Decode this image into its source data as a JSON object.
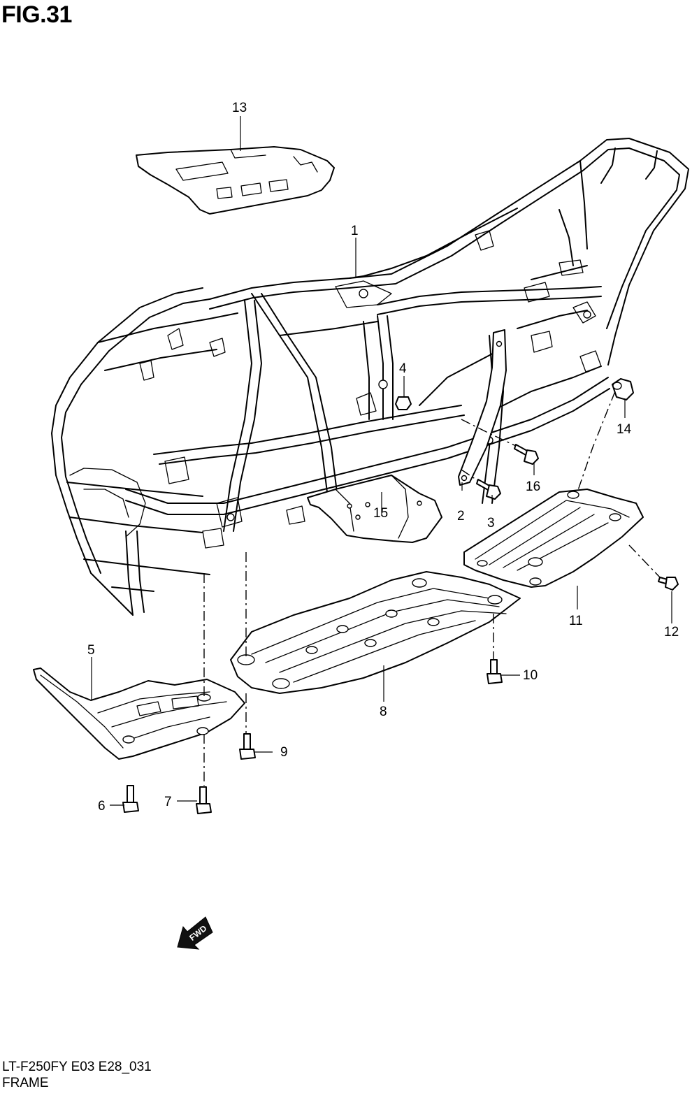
{
  "figure": {
    "title": "FIG.31",
    "model_code": "LT-F250FY E03 E28_031",
    "section_name": "FRAME"
  },
  "callouts": [
    {
      "id": "1"
    },
    {
      "id": "2"
    },
    {
      "id": "3"
    },
    {
      "id": "4"
    },
    {
      "id": "5"
    },
    {
      "id": "6"
    },
    {
      "id": "7"
    },
    {
      "id": "8"
    },
    {
      "id": "9"
    },
    {
      "id": "10"
    },
    {
      "id": "11"
    },
    {
      "id": "12"
    },
    {
      "id": "13"
    },
    {
      "id": "14"
    },
    {
      "id": "15"
    },
    {
      "id": "16"
    }
  ],
  "direction_marker": {
    "label": "FWD",
    "icon": "forward-arrow-icon"
  }
}
